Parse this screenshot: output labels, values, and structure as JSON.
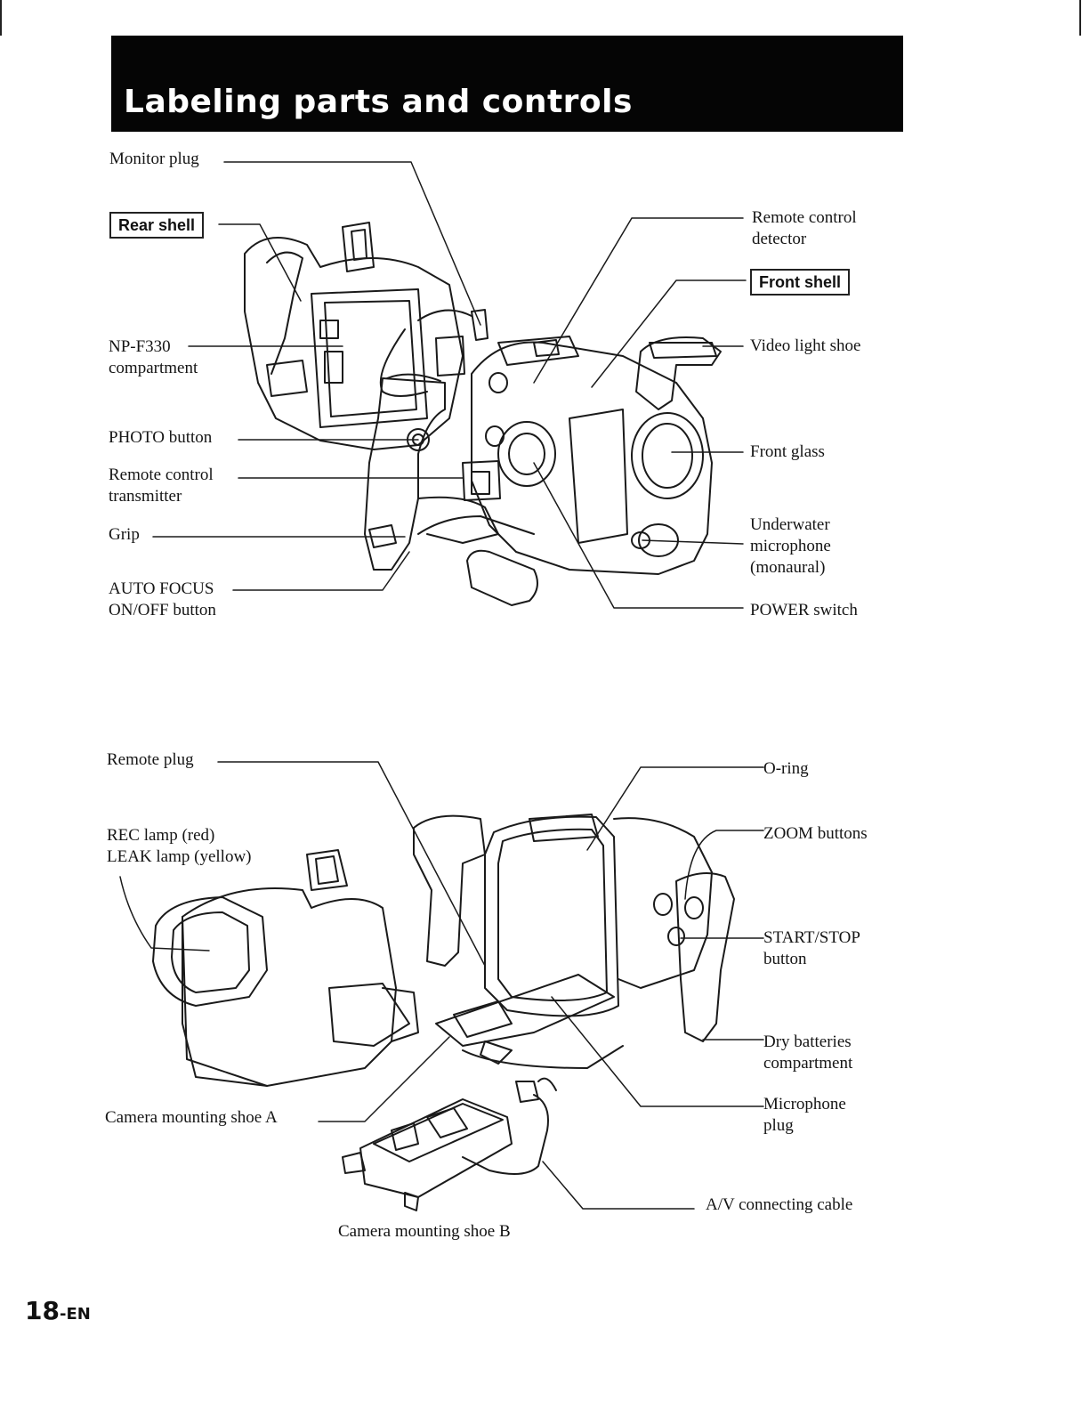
{
  "header": {
    "title": "Labeling parts and controls"
  },
  "top_figure": {
    "labels_left": {
      "monitor_plug": "Monitor plug",
      "rear_shell": "Rear shell",
      "np_f330_line1": "NP-F330",
      "np_f330_line2": "compartment",
      "photo_button": "PHOTO button",
      "remote_tx_line1": "Remote control",
      "remote_tx_line2": "transmitter",
      "grip": "Grip",
      "auto_focus_line1": "AUTO FOCUS",
      "auto_focus_line2": "ON/OFF button"
    },
    "labels_right": {
      "remote_detector_line1": "Remote control",
      "remote_detector_line2": "detector",
      "front_shell": "Front shell",
      "video_light_shoe": "Video light shoe",
      "front_glass": "Front glass",
      "underwater_mic_line1": "Underwater",
      "underwater_mic_line2": "microphone",
      "underwater_mic_line3": "(monaural)",
      "power_switch": "POWER switch"
    }
  },
  "bottom_figure": {
    "labels_left": {
      "remote_plug": "Remote plug",
      "rec_lamp": "REC lamp (red)",
      "leak_lamp": "LEAK lamp (yellow)",
      "mounting_shoe_a": "Camera mounting shoe A"
    },
    "labels_right": {
      "o_ring": "O-ring",
      "zoom_buttons": "ZOOM buttons",
      "start_stop_line1": "START/STOP",
      "start_stop_line2": "button",
      "dry_batteries_line1": "Dry batteries",
      "dry_batteries_line2": "compartment",
      "mic_plug_line1": "Microphone",
      "mic_plug_line2": "plug",
      "av_cable": "A/V connecting cable"
    },
    "mounting_shoe_b": "Camera mounting shoe B"
  },
  "footer": {
    "page_number": "18",
    "page_suffix": "-EN"
  }
}
